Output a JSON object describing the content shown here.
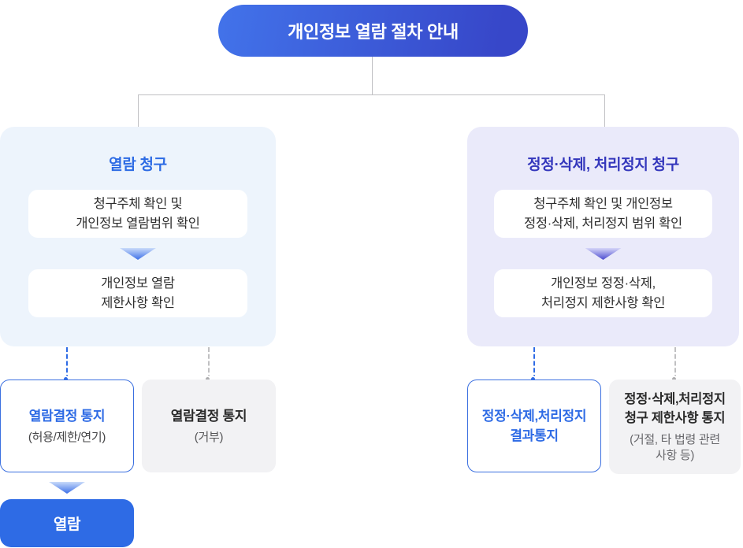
{
  "diagram_title": "개인정보 열람 절차 안내",
  "left_branch": {
    "title": "열람 청구",
    "step1": {
      "line1": "청구주체 확인 및",
      "line2": "개인정보 열람범위 확인"
    },
    "step2": {
      "line1": "개인정보 열람",
      "line2": "제한사항 확인"
    },
    "result_allow": {
      "title": "열람결정 통지",
      "note": "(허용/제한/연기)"
    },
    "result_deny": {
      "title": "열람결정 통지",
      "note": "(거부)"
    },
    "final_action": "열람"
  },
  "right_branch": {
    "title": "정정·삭제, 처리정지 청구",
    "step1": {
      "line1": "청구주체 확인 및 개인정보",
      "line2": "정정·삭제, 처리정지 범위 확인"
    },
    "step2": {
      "line1": "개인정보 정정·삭제,",
      "line2": "처리정지 제한사항 확인"
    },
    "result_notice": {
      "line1": "정정·삭제,처리정지",
      "line2": "결과통지"
    },
    "result_restrict": {
      "line1": "정정·삭제,처리정지",
      "line2": "청구 제한사항 통지",
      "note1": "(거절, 타 법령 관련",
      "note2": "사항 등)"
    }
  },
  "colors": {
    "header_gradient_start": "#4273EA",
    "header_gradient_end": "#3747C9",
    "left_panel_bg": "#EDF4FC",
    "right_panel_bg": "#EAEAFA",
    "left_accent": "#2E6BE5",
    "right_accent": "#3437BC",
    "muted_box_bg": "#F2F2F4",
    "connector_line": "#BFBFC3",
    "text_dark": "#2A2A2A"
  }
}
